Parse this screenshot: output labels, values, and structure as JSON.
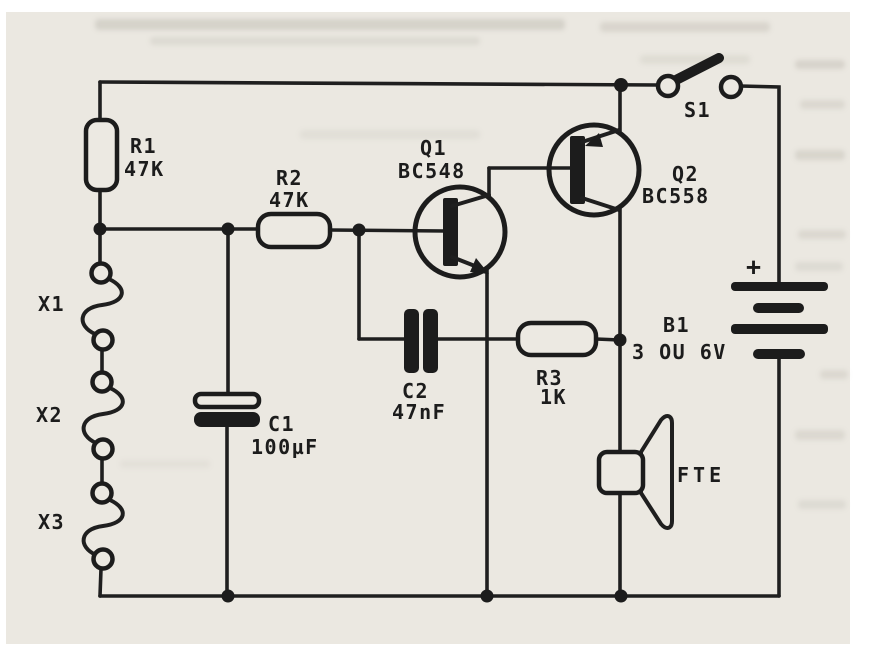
{
  "figure": {
    "kind": "scanned circuit schematic",
    "components": {
      "r1": {
        "ref": "R1",
        "value": "47K",
        "type": "resistor"
      },
      "r2": {
        "ref": "R2",
        "value": "47K",
        "type": "resistor"
      },
      "r3": {
        "ref": "R3",
        "value": "1K",
        "type": "resistor"
      },
      "c1": {
        "ref": "C1",
        "value": "100µF",
        "type": "electrolytic-capacitor"
      },
      "c2": {
        "ref": "C2",
        "value": "47nF",
        "type": "capacitor"
      },
      "q1": {
        "ref": "Q1",
        "value": "BC548",
        "type": "npn-transistor"
      },
      "q2": {
        "ref": "Q2",
        "value": "BC558",
        "type": "pnp-transistor"
      },
      "s1": {
        "ref": "S1",
        "type": "switch"
      },
      "b1": {
        "ref": "B1",
        "value": "3 OU 6V",
        "polarity": "+",
        "type": "battery"
      },
      "fte": {
        "ref": "FTE",
        "type": "speaker"
      },
      "x1": {
        "ref": "X1",
        "type": "sensor-contact-pair"
      },
      "x2": {
        "ref": "X2",
        "type": "sensor-contact-pair"
      },
      "x3": {
        "ref": "X3",
        "type": "sensor-contact-pair"
      }
    },
    "colors": {
      "ink": "#1c1c1c",
      "paper": "#ebe8e1",
      "page": "#ffffff"
    }
  }
}
